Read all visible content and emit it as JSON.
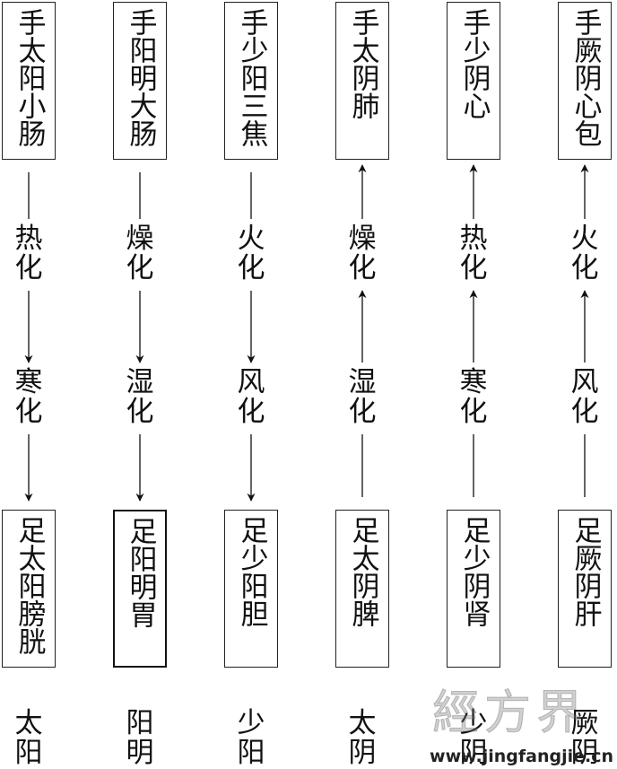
{
  "columns": [
    {
      "top": "手太阳小肠",
      "upper_label": [
        "热",
        "化"
      ],
      "lower_label": [
        "寒",
        "化"
      ],
      "bottom": "足太阳膀胱",
      "meridian": [
        "太",
        "阳"
      ],
      "direction": "down",
      "bold_bottom": false
    },
    {
      "top": "手阳明大肠",
      "upper_label": [
        "燥",
        "化"
      ],
      "lower_label": [
        "湿",
        "化"
      ],
      "bottom": "足阳明胃",
      "meridian": [
        "阳",
        "明"
      ],
      "direction": "down",
      "bold_bottom": true
    },
    {
      "top": "手少阳三焦",
      "upper_label": [
        "火",
        "化"
      ],
      "lower_label": [
        "风",
        "化"
      ],
      "bottom": "足少阳胆",
      "meridian": [
        "少",
        "阳"
      ],
      "direction": "down",
      "bold_bottom": false
    },
    {
      "top": "手太阴肺",
      "upper_label": [
        "燥",
        "化"
      ],
      "lower_label": [
        "湿",
        "化"
      ],
      "bottom": "足太阴脾",
      "meridian": [
        "太",
        "阴"
      ],
      "direction": "up",
      "bold_bottom": false
    },
    {
      "top": "手少阴心",
      "upper_label": [
        "热",
        "化"
      ],
      "lower_label": [
        "寒",
        "化"
      ],
      "bottom": "足少阴肾",
      "meridian": [
        "少",
        "阴"
      ],
      "direction": "up",
      "bold_bottom": false
    },
    {
      "top": "手厥阴心包",
      "upper_label": [
        "火",
        "化"
      ],
      "lower_label": [
        "风",
        "化"
      ],
      "bottom": "足厥阴肝",
      "meridian": [
        "厥",
        "阴"
      ],
      "direction": "up",
      "bold_bottom": false
    }
  ],
  "watermark": {
    "chinese": "經方界",
    "url": "www.jingfangjie.cn"
  },
  "colors": {
    "ink": "#111111",
    "background": "#ffffff"
  }
}
